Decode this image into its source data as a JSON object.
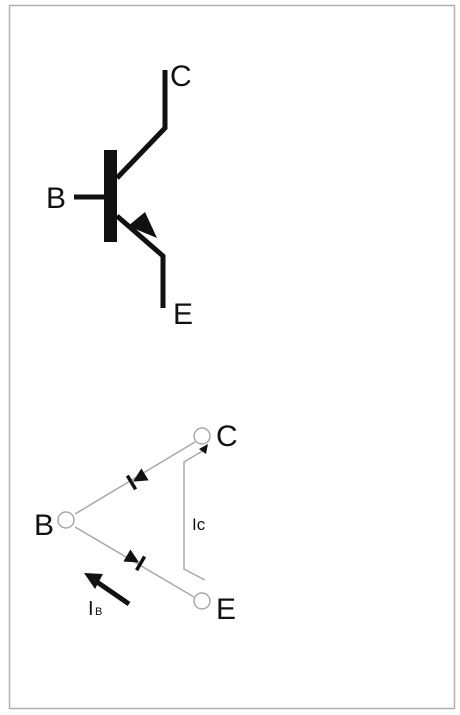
{
  "symbol": {
    "collector_label": "C",
    "base_label": "B",
    "emitter_label": "E"
  },
  "diode_model": {
    "collector_label": "C",
    "base_label": "B",
    "emitter_label": "E",
    "collector_current_label": "Ic",
    "base_current_label": "I",
    "base_current_subscript": "B"
  },
  "colors": {
    "frame": "#b0b0b0",
    "ink": "#111111",
    "thin_line": "#a8a8a8"
  }
}
